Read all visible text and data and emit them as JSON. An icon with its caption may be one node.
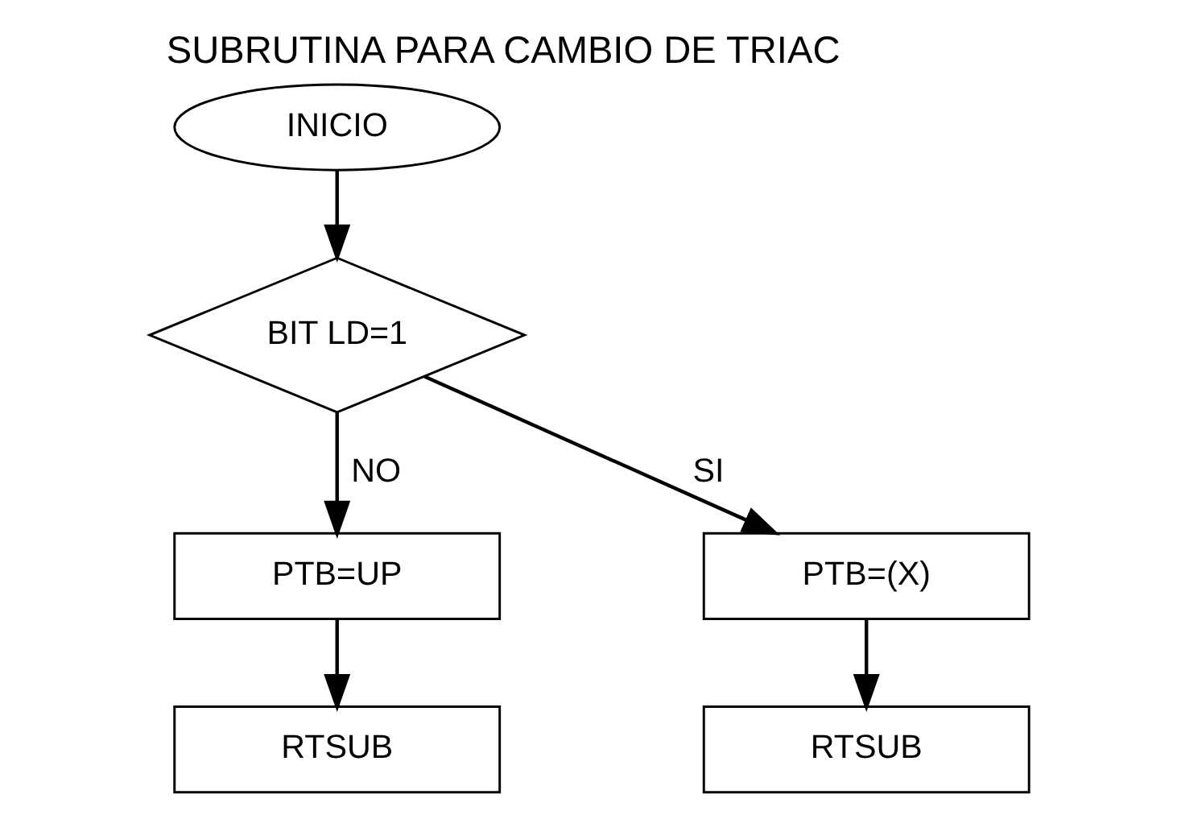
{
  "diagram": {
    "title": "SUBRUTINA PARA CAMBIO DE TRIAC",
    "nodes": [
      {
        "text": [
          "INICIO"
        ]
      },
      {
        "text": [
          "BIT LD=1"
        ]
      },
      {
        "text": [
          "PTB=UP"
        ]
      },
      {
        "text": [
          "RTSUB"
        ]
      },
      {
        "text": [
          "PTB=(X)"
        ]
      },
      {
        "text": [
          "RTSUB"
        ]
      }
    ],
    "edges": [
      {
        "from": 0,
        "to": 1,
        "arrow": "to"
      },
      {
        "from": 1,
        "to": 2,
        "arrow": "to",
        "label": "NO"
      },
      {
        "from": 2,
        "to": 3,
        "arrow": "to"
      },
      {
        "from": 1,
        "to": 4,
        "arrow": "to",
        "label": "SI"
      },
      {
        "from": 4,
        "to": 5,
        "arrow": "to"
      }
    ]
  }
}
